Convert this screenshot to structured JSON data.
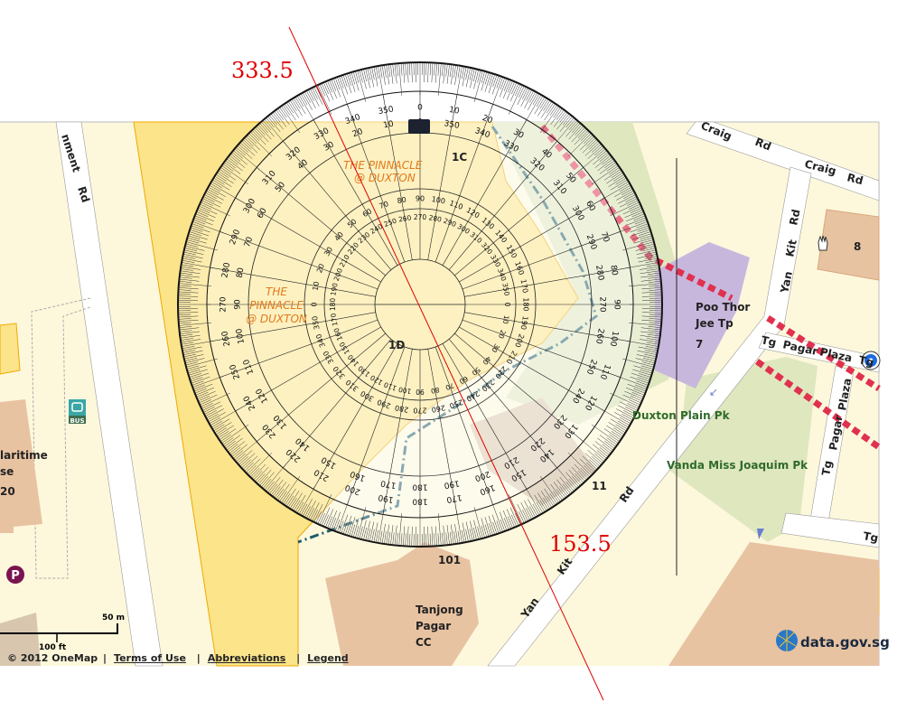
{
  "map": {
    "roads": {
      "cantonment_1": "nment",
      "cantonment_2": "Rd",
      "craig_a1": "Craig",
      "craig_a2": "Rd",
      "craig_b1": "Craig",
      "craig_b2": "Rd",
      "yankit_top1": "Yan",
      "yankit_top2": "Kit",
      "yankit_top3": "Rd",
      "yankit_bot1": "Yan",
      "yankit_bot2": "Kit",
      "yankit_bot3": "Rd",
      "tgpp_h1": "Tg",
      "tgpp_h2": "Pagar",
      "tgpp_h3": "Plaza",
      "tgpp_h4": "Tg",
      "tgpp_v1": "Tg",
      "tgpp_v2": "Pagar",
      "tgpp_v3": "Plaza",
      "tg_bottom": "Tg"
    },
    "places": {
      "pinnacle_1a": "THE PINNACLE",
      "pinnacle_1b": "@ DUXTON",
      "pinnacle_2a": "THE",
      "pinnacle_2b": "PINNACLE",
      "pinnacle_2c": "@ DUXTON",
      "blk_1c": "1C",
      "blk_1d": "1D",
      "blk_11": "11",
      "blk_8": "8",
      "poo_1": "Poo Thor",
      "poo_2": "Jee Tp",
      "poo_3": "7",
      "duxton_park": "Duxton Plain Pk",
      "vanda_park": "Vanda Miss Joaquim Pk",
      "tp_1": "Tanjong",
      "tp_2": "Pagar",
      "tp_3": "CC",
      "blk_101": "101",
      "maritime_1": "laritime",
      "maritime_2": "se",
      "maritime_3": "20",
      "bus": "BUS",
      "parking": "P"
    },
    "scale": {
      "metric": "50 m",
      "imperial": "100 ft"
    },
    "logo": "data.gov.sg"
  },
  "bearings": {
    "a": "333.5",
    "b": "153.5"
  },
  "protractor": {
    "outer_cw": [
      "0",
      "10",
      "20",
      "30",
      "40",
      "50",
      "60",
      "70",
      "80",
      "90",
      "100",
      "110",
      "120",
      "130",
      "140",
      "150",
      "160",
      "170",
      "180",
      "190",
      "200",
      "210",
      "220",
      "230",
      "240",
      "250",
      "260",
      "270",
      "280",
      "290",
      "300",
      "310",
      "320",
      "330",
      "340",
      "350"
    ],
    "outer_ccw": [
      "0",
      "350",
      "340",
      "330",
      "320",
      "310",
      "300",
      "290",
      "280",
      "270",
      "260",
      "250",
      "240",
      "230",
      "220",
      "210",
      "200",
      "190",
      "180",
      "170",
      "160",
      "150",
      "140",
      "130",
      "120",
      "110",
      "100",
      "90",
      "80",
      "70",
      "60",
      "50",
      "40",
      "30",
      "20",
      "10"
    ],
    "mid": [
      "90",
      "100",
      "110",
      "120",
      "130",
      "140",
      "150",
      "160",
      "170",
      "180",
      "190",
      "200",
      "210",
      "220",
      "230",
      "240",
      "250",
      "260",
      "270",
      "280",
      "290",
      "300",
      "310",
      "320",
      "330",
      "340",
      "350",
      "0",
      "10",
      "20",
      "30",
      "40",
      "50",
      "60",
      "70",
      "80"
    ],
    "inner": [
      "270",
      "280",
      "290",
      "300",
      "310",
      "320",
      "330",
      "340",
      "350",
      "0",
      "10",
      "20",
      "30",
      "40",
      "50",
      "60",
      "70",
      "80",
      "90",
      "100",
      "110",
      "120",
      "130",
      "140",
      "150",
      "160",
      "170",
      "180",
      "190",
      "200",
      "210",
      "220",
      "230",
      "240",
      "250",
      "260"
    ]
  },
  "footer": {
    "copyright": "© 2012 OneMap",
    "terms": "Terms of Use",
    "abbrev": "Abbreviations",
    "legend": "Legend"
  },
  "colors": {
    "map_bg": "#fdf8dc",
    "pinnacle": "#fbe48a",
    "building": "#e8c3a2",
    "park": "#dfe7bf",
    "temple": "#c8b7dd",
    "red": "#e00000"
  }
}
